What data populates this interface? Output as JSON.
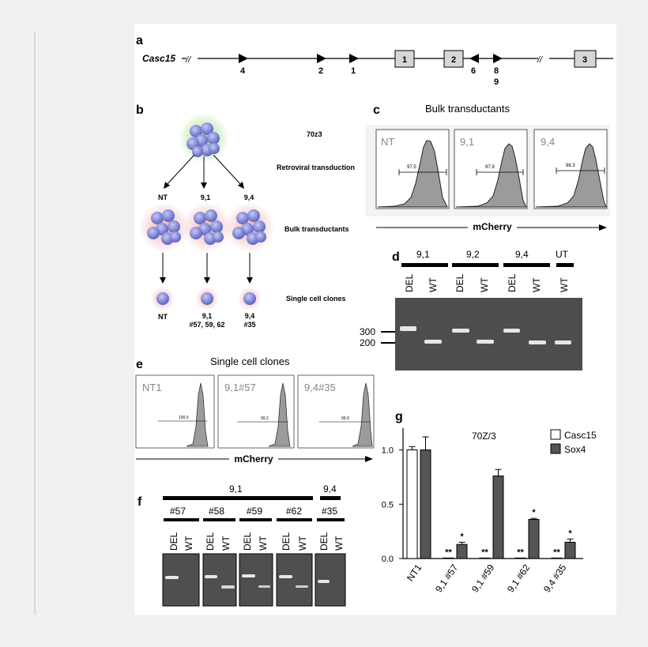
{
  "panels": {
    "a": "a",
    "b": "b",
    "c": "c",
    "d": "d",
    "e": "e",
    "f": "f",
    "g": "g"
  },
  "panel_a": {
    "gene": "Casc15",
    "break_marks": [
      "//",
      "//"
    ],
    "sgrna_labels": [
      "4",
      "2",
      "1",
      "6",
      "8",
      "9"
    ],
    "exons": [
      "1",
      "2",
      "3"
    ]
  },
  "panel_b": {
    "cell_line": "70z3",
    "step_transduction": "Retroviral transduction",
    "step_bulk": "Bulk transductants",
    "step_clones": "Single cell clones",
    "groups": [
      "NT",
      "9,1",
      "9,4"
    ],
    "clones": [
      [
        "NT"
      ],
      [
        "9,1",
        "#57, 59, 62"
      ],
      [
        "9,4",
        "#35"
      ]
    ]
  },
  "panel_c": {
    "title": "Bulk transductants",
    "histograms": [
      {
        "label": "NT",
        "gate": "97.5"
      },
      {
        "label": "9,1",
        "gate": "97.9"
      },
      {
        "label": "9,4",
        "gate": "98.3"
      }
    ],
    "xaxis": "mCherry"
  },
  "panel_d": {
    "groups": [
      "9,1",
      "9,2",
      "9,4",
      "UT"
    ],
    "lanes": [
      "DEL",
      "WT",
      "DEL",
      "WT",
      "DEL",
      "WT",
      "WT"
    ],
    "size_markers": [
      "300",
      "200"
    ]
  },
  "panel_e": {
    "title": "Single cell clones",
    "histograms": [
      {
        "label": "NT1",
        "gate": "100.0"
      },
      {
        "label": "9,1#57",
        "gate": "99.2"
      },
      {
        "label": "9,4#35",
        "gate": "99.9"
      }
    ],
    "xaxis": "mCherry"
  },
  "panel_f": {
    "groups": [
      "9,1",
      "9,4"
    ],
    "clones": [
      "#57",
      "#58",
      "#59",
      "#62",
      "#35"
    ],
    "lane_pair": [
      "DEL",
      "WT"
    ]
  },
  "chart_data": {
    "type": "bar",
    "title": "70Z/3",
    "categories": [
      "NT1",
      "9,1 #57",
      "9,1 #59",
      "9,1 #62",
      "9,4 #35"
    ],
    "series": [
      {
        "name": "Casc15",
        "values": [
          1.0,
          0.005,
          0.005,
          0.005,
          0.005
        ],
        "errors": [
          0.03,
          0.0,
          0.0,
          0.0,
          0.0
        ],
        "significance": [
          "",
          "**",
          "**",
          "**",
          "**"
        ],
        "color": "#ffffff"
      },
      {
        "name": "Sox4",
        "values": [
          1.0,
          0.13,
          0.76,
          0.36,
          0.15
        ],
        "errors": [
          0.12,
          0.02,
          0.06,
          0.01,
          0.03
        ],
        "significance": [
          "",
          "*",
          "",
          "*",
          "*"
        ],
        "color": "#555555"
      }
    ],
    "yticks": [
      "0.0",
      "0.5",
      "1.0"
    ],
    "ylim": [
      0,
      1.2
    ],
    "legend_position": "top-right"
  }
}
